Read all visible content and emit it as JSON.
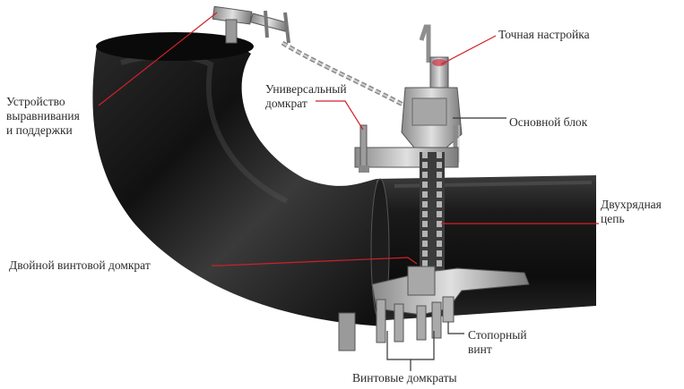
{
  "labels": {
    "fine_adjust": "Точная настройка",
    "universal_jack": "Универсальный\nдомкрат",
    "main_block": "Основной блок",
    "alignment_device": "Устройство\nвыравнивания\nи поддержки",
    "double_chain": "Двухрядная\nцепь",
    "double_screw_jack": "Двойной винтовой домкрат",
    "lock_screw": "Стопорный\nвинт",
    "screw_jacks": "Винтовые домкраты"
  },
  "colors": {
    "pipe": "#151515",
    "pipe_highlight": "#4a4a4a",
    "leader_red": "#d0202a",
    "leader_dark": "#333333",
    "metal": "#b9b9b9",
    "metal_dark": "#6d6d6d"
  }
}
